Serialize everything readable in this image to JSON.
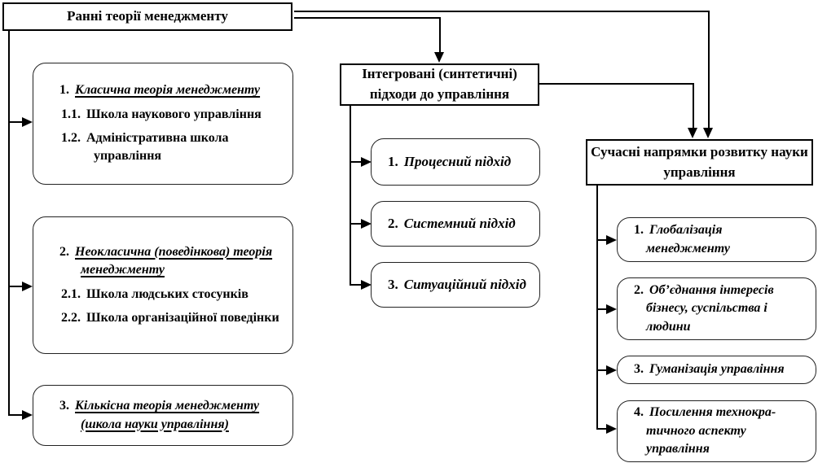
{
  "root": {
    "label": "Ранні теорії менеджменту"
  },
  "left": [
    {
      "num": "1.",
      "title": "Класична теорія менеджменту",
      "subs": [
        {
          "num": "1.1.",
          "text": "Школа наукового управління"
        },
        {
          "num": "1.2.",
          "text": "Адміністративна школа управління"
        }
      ]
    },
    {
      "num": "2.",
      "title": "Неокласична (поведінкова) теорія менеджменту",
      "subs": [
        {
          "num": "2.1.",
          "text": "Школа людських стосунків"
        },
        {
          "num": "2.2.",
          "text": "Школа організаційної поведінки"
        }
      ]
    },
    {
      "num": "3.",
      "title": "Кількісна теорія менеджменту (школа науки управління)",
      "subs": []
    }
  ],
  "integrated": {
    "header": "Інтегровані (синтетичні) підходи до управління",
    "items": [
      {
        "num": "1.",
        "text": "Процесний підхід"
      },
      {
        "num": "2.",
        "text": "Системний підхід"
      },
      {
        "num": "3.",
        "text": "Ситуаційний підхід"
      }
    ]
  },
  "modern": {
    "header": "Сучасні напрямки розвитку науки управління",
    "items": [
      {
        "num": "1.",
        "text": "Глобалізація менеджменту"
      },
      {
        "num": "2.",
        "text": "Об’єднання інтересів бізнесу, суспільства і людини"
      },
      {
        "num": "3.",
        "text": "Гуманізація управління"
      },
      {
        "num": "4.",
        "text": "Посилення технокра-тичного аспекту управління"
      }
    ]
  },
  "colors": {
    "line": "#000000",
    "border": "#000000",
    "background": "#ffffff"
  }
}
